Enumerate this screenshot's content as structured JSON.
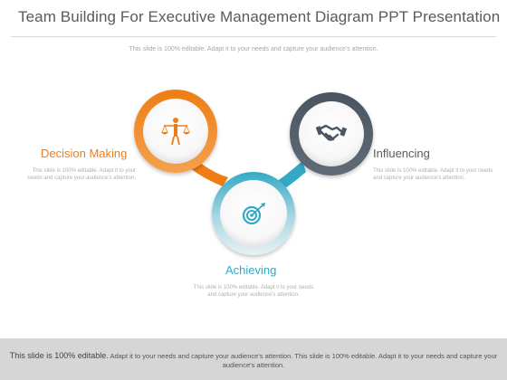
{
  "title": "Team Building For Executive Management Diagram PPT Presentation",
  "subtitle": "This slide is 100% editable. Adapt it to your needs and capture your audience's attention.",
  "colors": {
    "orange": "#ee7d14",
    "gray": "#4a5560",
    "teal": "#34a9c4",
    "label_text": "#5a5a5a"
  },
  "nodes": [
    {
      "key": "decision",
      "icon": "scales-person-icon",
      "label": "Decision Making",
      "description": "This slide is 100% editable. Adapt it to your needs and capture your audience's attention."
    },
    {
      "key": "influencing",
      "icon": "handshake-icon",
      "label": "Influencing",
      "description": "This slide is 100% editable. Adapt it to your needs and capture your audience's attention."
    },
    {
      "key": "achieving",
      "icon": "target-arrow-icon",
      "label": "Achieving",
      "description": "This slide is 100% editable. Adapt it to your needs and capture your audience's attention."
    }
  ],
  "footer": {
    "lead": "This slide is 100% editable.",
    "text": "Adapt it to your needs and capture your audience's attention. This slide is 100% editable. Adapt it to your needs and capture your audience's attention."
  }
}
